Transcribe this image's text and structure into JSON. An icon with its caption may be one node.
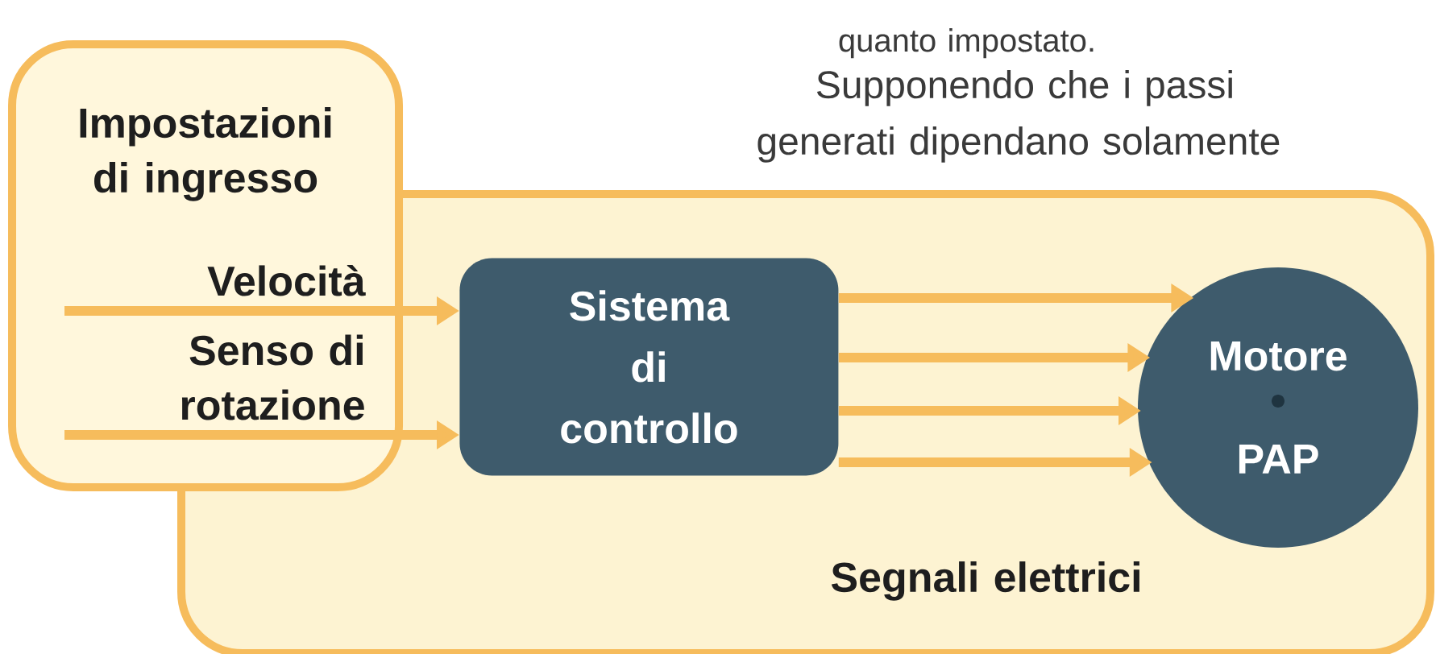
{
  "diagram": {
    "nodes": [
      {
        "text": [],
        "shape": "box"
      },
      {
        "text": [
          "Impostazioni di ingresso"
        ]
      },
      {
        "text": [
          "Sistema di controllo"
        ],
        "in": 0
      },
      {
        "text": [
          "Motore PAP"
        ],
        "in": 0
      }
    ],
    "edges": [
      {
        "from": 1,
        "to": 2,
        "arrow": "to",
        "label": "Velocità"
      },
      {
        "from": 1,
        "to": 2,
        "arrow": "to",
        "label": "Senso di rotazione"
      },
      {
        "from": 2,
        "to": 3,
        "arrow": "to"
      },
      {
        "from": 2,
        "to": 3,
        "arrow": "to"
      },
      {
        "from": 2,
        "to": 3,
        "arrow": "to"
      },
      {
        "from": 2,
        "to": 3,
        "arrow": "to"
      }
    ],
    "labels": [
      "quanto impostato.",
      "Supponendo che i passi",
      "generati dipendano solamente",
      "Segnali elettrici"
    ]
  }
}
